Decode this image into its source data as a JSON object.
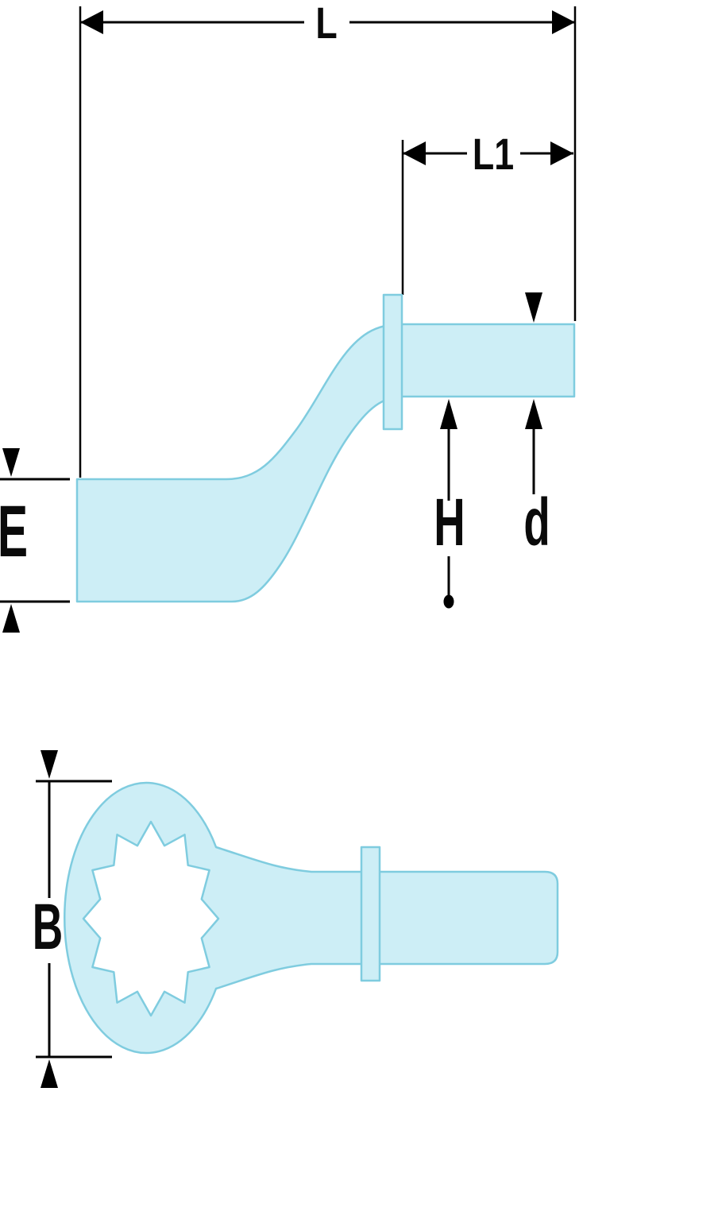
{
  "colors": {
    "wrench_fill": "#cdeef6",
    "wrench_outline": "#7fccdf",
    "dimension_line": "#000000"
  },
  "labels": {
    "overall_length": "L",
    "head_length": "L1",
    "ring_height": "E",
    "offset_height": "H",
    "shank_diameter": "d",
    "ring_width": "B"
  }
}
